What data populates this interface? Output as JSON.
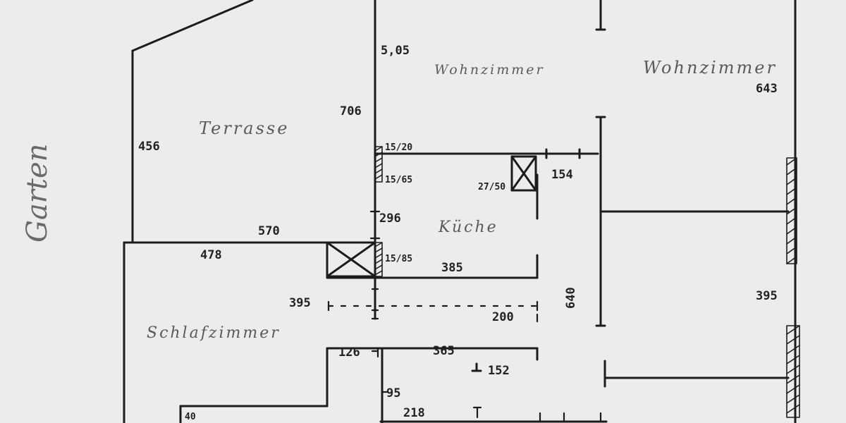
{
  "rooms": {
    "terrasse": "Terrasse",
    "wohnzimmer_1": "Wohnzimmer",
    "wohnzimmer_2": "Wohnzimmer",
    "kueche": "Küche",
    "schlafzimmer": "Schlafzimmer",
    "garten": "Garten"
  },
  "dimensions": {
    "d505": "5,05",
    "d706": "706",
    "d456": "456",
    "d643": "643",
    "d15_20": "15/20",
    "d15_65": "15/65",
    "d27_50": "27/50",
    "d154": "154",
    "d296": "296",
    "d570": "570",
    "d478": "478",
    "d15_85": "15/85",
    "d385": "385",
    "d395_left": "395",
    "d200": "200",
    "d640": "640",
    "d395_right": "395",
    "d126": "126",
    "d365": "365",
    "d152": "152",
    "d95": "95",
    "d218": "218",
    "d40": "40"
  }
}
